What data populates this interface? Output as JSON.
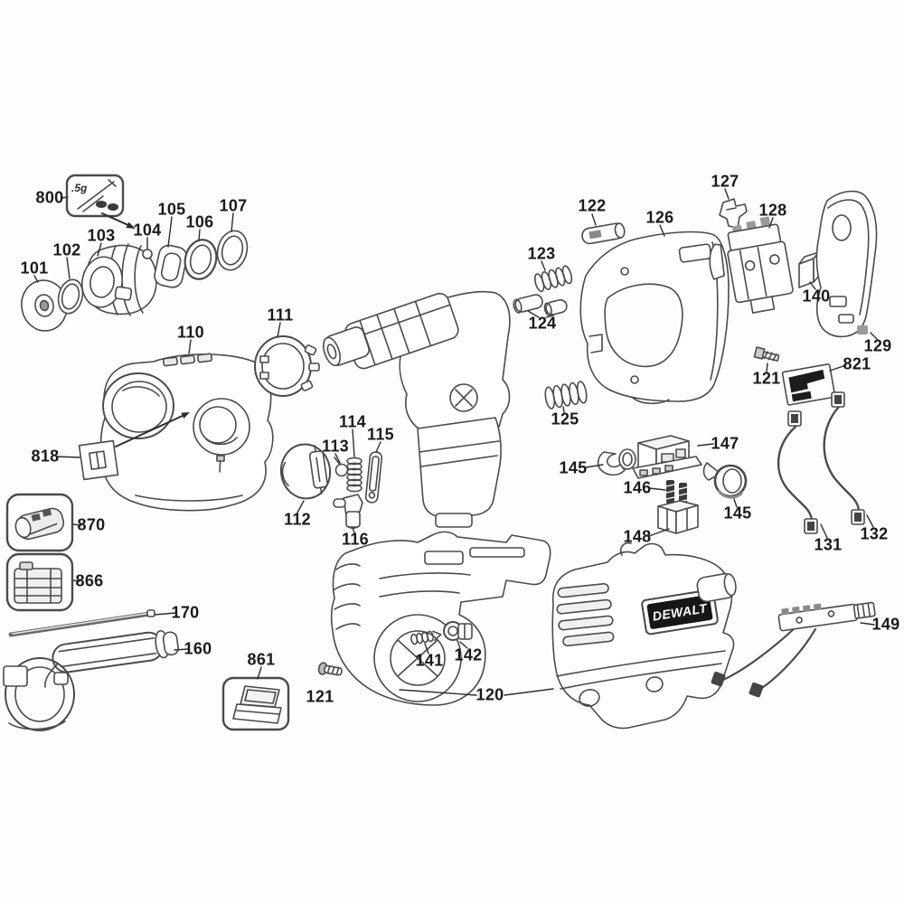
{
  "diagram": {
    "brand_logo": "DEWALT",
    "grease_note": ".5g",
    "colors": {
      "background": "#fdfdfd",
      "ink": "#4a4a4a",
      "label": "#1a1a1a",
      "black_fill": "#161616"
    },
    "labels": {
      "p800": "800",
      "p101": "101",
      "p102": "102",
      "p103": "103",
      "p104": "104",
      "p105": "105",
      "p106": "106",
      "p107": "107",
      "p110": "110",
      "p111": "111",
      "p112": "112",
      "p113": "113",
      "p114": "114",
      "p115": "115",
      "p116": "116",
      "p818": "818",
      "p870": "870",
      "p866": "866",
      "p170": "170",
      "p160": "160",
      "p861": "861",
      "p121_housing": "121",
      "p141": "141",
      "p142": "142",
      "p120": "120",
      "p122": "122",
      "p123": "123",
      "p124": "124",
      "p125": "125",
      "p126": "126",
      "p127": "127",
      "p128": "128",
      "p140": "140",
      "p129": "129",
      "p121_handle": "121",
      "p821": "821",
      "p145_left": "145",
      "p146": "146",
      "p147": "147",
      "p145_right": "145",
      "p148": "148",
      "p131": "131",
      "p132": "132",
      "p149": "149"
    }
  }
}
